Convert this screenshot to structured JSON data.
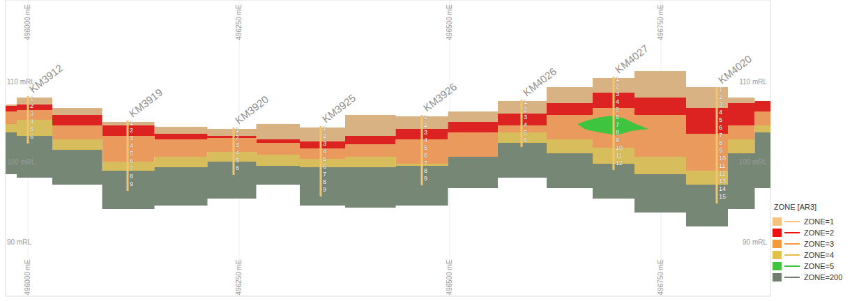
{
  "diagram": {
    "labels": [
      "496000 mE",
      "496250 mE",
      "496500 mE",
      "496750 mE",
      "110 mRL",
      "110 mRL",
      "100 mRL",
      "100 mRL",
      "90 mRL",
      "90 mRL",
      "496000 mE",
      "496250 mE",
      "496500 mE",
      "496750 mE",
      "KM3912",
      "1",
      "2",
      "3",
      "4",
      "5",
      "6",
      "KM3919",
      "1",
      "2",
      "3",
      "4",
      "5",
      "6",
      "7",
      "8",
      "9",
      "KM3920",
      "1",
      "2",
      "3",
      "4",
      "5",
      "6",
      "KM3925",
      "1",
      "2",
      "3",
      "4",
      "5",
      "6",
      "7",
      "8",
      "9",
      "KM3926",
      "1",
      "2",
      "3",
      "4",
      "5",
      "6",
      "7",
      "8",
      "9",
      "KM4026",
      "1",
      "2",
      "3",
      "4",
      "5",
      "6",
      "KM4027",
      "1",
      "2",
      "3",
      "4",
      "5",
      "6",
      "7",
      "8",
      "9",
      "10",
      "11",
      "12",
      "KM4020",
      "1",
      "2",
      "3",
      "4",
      "5",
      "6",
      "7",
      "8",
      "9",
      "10",
      "11",
      "12",
      "13",
      "14",
      "15",
      "ZONE [AR3]"
    ],
    "legend": [
      {
        "text": "ZONE=1",
        "color": "#f6c27e"
      },
      {
        "text": "ZONE=2",
        "color": "#ee1111"
      },
      {
        "text": "ZONE=3",
        "color": "#f49a3c"
      },
      {
        "text": "ZONE=4",
        "color": "#e3c04a"
      },
      {
        "text": "ZONE=5",
        "color": "#3ec43e"
      },
      {
        "text": "ZONE=200",
        "color": "#6e7f6e"
      }
    ]
  }
}
